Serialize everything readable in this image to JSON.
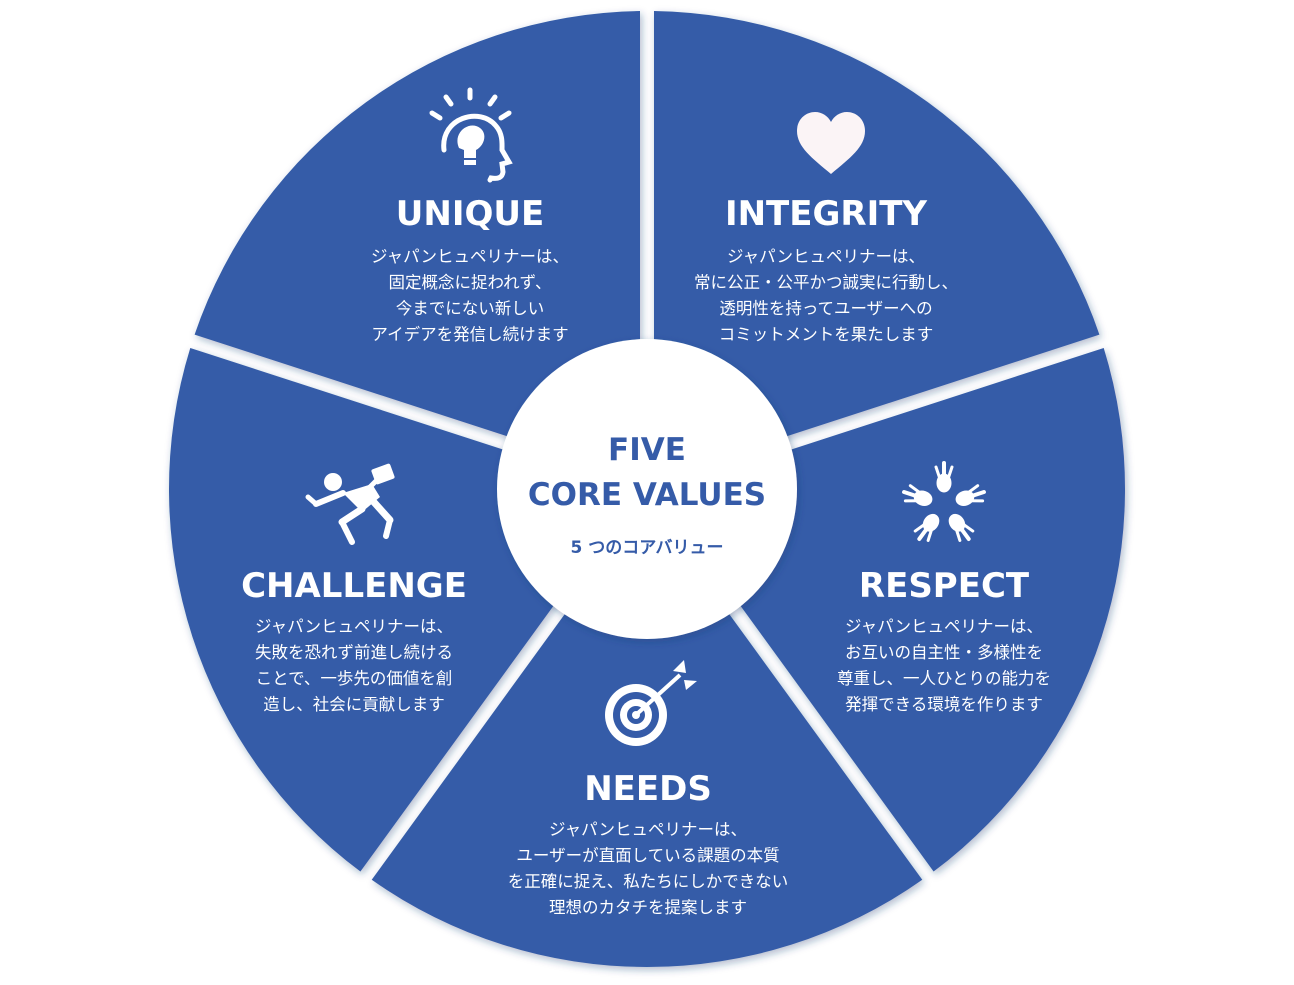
{
  "colors": {
    "segment_fill": "#355BA8",
    "segment_shadow": "#1f3a73",
    "text_on_segment": "#ffffff",
    "center_fill": "#ffffff",
    "center_text": "#355BA8",
    "heart_fill": "#fbf4f6"
  },
  "center": {
    "title_line1": "FIVE",
    "title_line2": "CORE VALUES",
    "subtitle": "5 つのコアバリュー"
  },
  "values": [
    {
      "key": "unique",
      "icon": "lightbulb-head-icon",
      "title": "UNIQUE",
      "lines": [
        "ジャパンヒュペリナーは、",
        "固定概念に捉われず、",
        "今までにない新しい",
        "アイデアを発信し続けます"
      ]
    },
    {
      "key": "integrity",
      "icon": "heart-icon",
      "title": "INTEGRITY",
      "lines": [
        "ジャパンヒュペリナーは、",
        "常に公正・公平かつ誠実に行動し、",
        "透明性を持ってユーザーへの",
        "コミットメントを果たします"
      ]
    },
    {
      "key": "respect",
      "icon": "joined-hands-icon",
      "title": "RESPECT",
      "lines": [
        "ジャパンヒュペリナーは、",
        "お互いの自主性・多様性を",
        "尊重し、一人ひとりの能力を",
        "発揮できる環境を作ります"
      ]
    },
    {
      "key": "needs",
      "icon": "target-arrow-icon",
      "title": "NEEDS",
      "lines": [
        "ジャパンヒュペリナーは、",
        "ユーザーが直面している課題の本質",
        "を正確に捉え、私たちにしかできない",
        "理想のカタチを提案します"
      ]
    },
    {
      "key": "challenge",
      "icon": "running-businessman-icon",
      "title": "CHALLENGE",
      "lines": [
        "ジャパンヒュペリナーは、",
        "失敗を恐れず前進し続ける",
        "ことで、一歩先の価値を創",
        "造し、社会に貢献します"
      ]
    }
  ]
}
